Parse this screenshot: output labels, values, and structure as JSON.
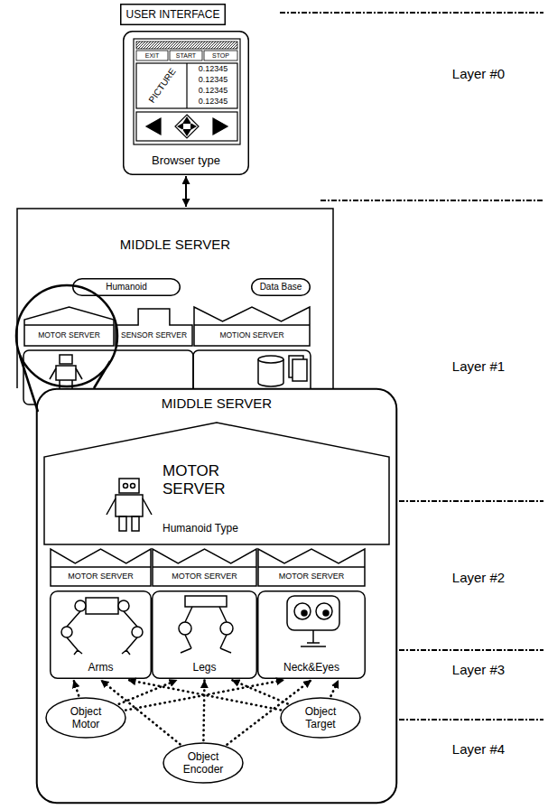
{
  "diagram": {
    "nodes": [
      {
        "text": [
          "USER INTERFACE"
        ]
      },
      {
        "text": [
          "Browser type"
        ]
      },
      {
        "text": [
          "MIDDLE SERVER"
        ]
      },
      {
        "text": [
          "Humanoid"
        ],
        "in": 2
      },
      {
        "text": [
          "Data Base"
        ],
        "in": 2
      },
      {
        "text": [
          "MOTOR SERVER"
        ],
        "in": 2
      },
      {
        "text": [
          "SENSOR SERVER"
        ],
        "in": 2
      },
      {
        "text": [
          "MOTION SERVER"
        ],
        "in": 2
      },
      {
        "text": [
          "MIDDLE SERVER"
        ]
      },
      {
        "text": [
          "MOTOR SERVER",
          "Humanoid Type"
        ],
        "in": 8
      },
      {
        "text": [
          "MOTOR SERVER"
        ],
        "in": 8
      },
      {
        "text": [
          "MOTOR SERVER"
        ],
        "in": 8
      },
      {
        "text": [
          "MOTOR SERVER"
        ],
        "in": 8
      },
      {
        "text": [
          "Arms"
        ],
        "in": 8
      },
      {
        "text": [
          "Legs"
        ],
        "in": 8
      },
      {
        "text": [
          "Neck&Eyes"
        ],
        "in": 8
      },
      {
        "text": [
          "Object Motor"
        ],
        "in": 8
      },
      {
        "text": [
          "Object Encoder"
        ],
        "in": 8
      },
      {
        "text": [
          "Object Target"
        ],
        "in": 8
      }
    ],
    "edges": [
      {
        "from": 1,
        "to": 2,
        "arrow": "both"
      },
      {
        "from": 16,
        "to": 13,
        "arrow": "to"
      },
      {
        "from": 16,
        "to": 14,
        "arrow": "to"
      },
      {
        "from": 16,
        "to": 15,
        "arrow": "to"
      },
      {
        "from": 17,
        "to": 13,
        "arrow": "to"
      },
      {
        "from": 17,
        "to": 14,
        "arrow": "to"
      },
      {
        "from": 17,
        "to": 15,
        "arrow": "to"
      },
      {
        "from": 18,
        "to": 13,
        "arrow": "to"
      },
      {
        "from": 18,
        "to": 14,
        "arrow": "to"
      },
      {
        "from": 18,
        "to": 15,
        "arrow": "to"
      }
    ],
    "labels": [
      "Layer #0",
      "Layer #1",
      "Layer #2",
      "Layer #3",
      "Layer #4",
      "EXIT",
      "START",
      "STOP",
      "PICTURE",
      "0.12345",
      "0.12345",
      "0.12345",
      "0.12345"
    ]
  }
}
